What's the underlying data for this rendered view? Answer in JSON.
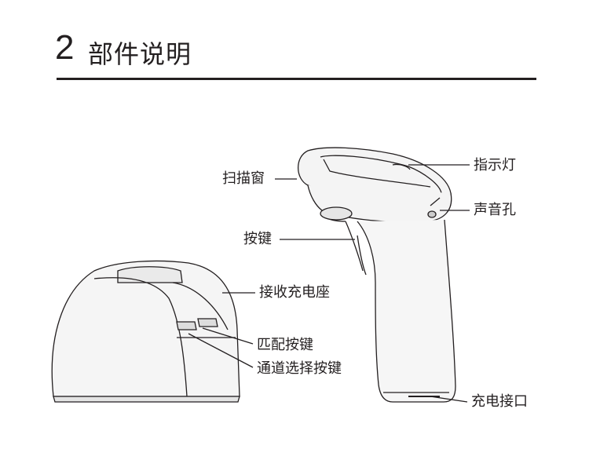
{
  "section": {
    "number": "2",
    "title": "部件说明"
  },
  "labels": {
    "scan_window": "扫描窗",
    "indicator": "指示灯",
    "sound_hole": "声音孔",
    "button": "按键",
    "charging_base": "接收充电座",
    "pair_button": "匹配按键",
    "channel_button": "通道选择按键",
    "charging_port": "充电接口"
  }
}
